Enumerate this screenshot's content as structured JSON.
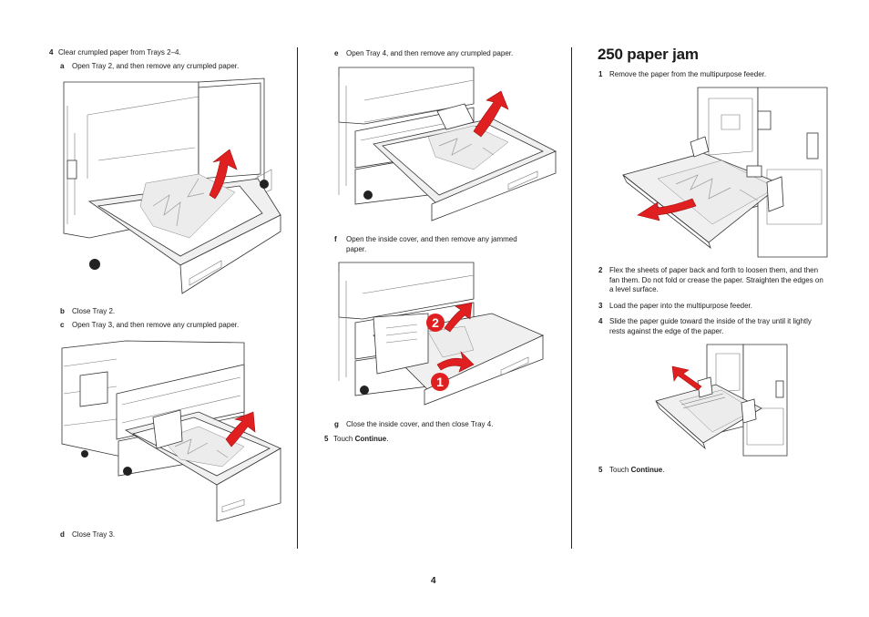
{
  "col1": {
    "step4_num": "4",
    "step4_text": "Clear crumpled paper from Trays 2–4.",
    "a_letter": "a",
    "a_text": "Open Tray 2, and then remove any crumpled paper.",
    "b_letter": "b",
    "b_text": "Close Tray 2.",
    "c_letter": "c",
    "c_text": "Open Tray 3, and then remove any crumpled paper.",
    "d_letter": "d",
    "d_text": "Close Tray 3."
  },
  "col2": {
    "e_letter": "e",
    "e_text": "Open Tray 4, and then remove any crumpled paper.",
    "f_letter": "f",
    "f_text": "Open the inside cover, and then remove any jammed paper.",
    "g_letter": "g",
    "g_text": "Close the inside cover, and then close Tray 4.",
    "step5_num": "5",
    "step5_prefix": "Touch ",
    "step5_bold": "Continue",
    "step5_suffix": ".",
    "callout_1": "1",
    "callout_2": "2"
  },
  "col3": {
    "heading": "250 paper jam",
    "step1_num": "1",
    "step1_text": "Remove the paper from the multipurpose feeder.",
    "step2_num": "2",
    "step2_text": "Flex the sheets of paper back and forth to loosen them, and then fan them. Do not fold or crease the paper. Straighten the edges on a level surface.",
    "step3_num": "3",
    "step3_text": "Load the paper into the multipurpose feeder.",
    "step4_num": "4",
    "step4_text": "Slide the paper guide toward the inside of the tray until it lightly rests against the edge of the paper.",
    "step5_num": "5",
    "step5_prefix": "Touch ",
    "step5_bold": "Continue",
    "step5_suffix": "."
  },
  "footer": {
    "page_number": "4"
  },
  "colors": {
    "arrow_red": "#e02020",
    "text": "#1a1a1a",
    "divider": "#222222"
  },
  "illustrations": [
    "tray-2-open-illustration",
    "tray-3-open-illustration",
    "tray-4-open-illustration",
    "inside-cover-illustration",
    "multipurpose-feeder-remove-illustration",
    "paper-guide-illustration"
  ]
}
